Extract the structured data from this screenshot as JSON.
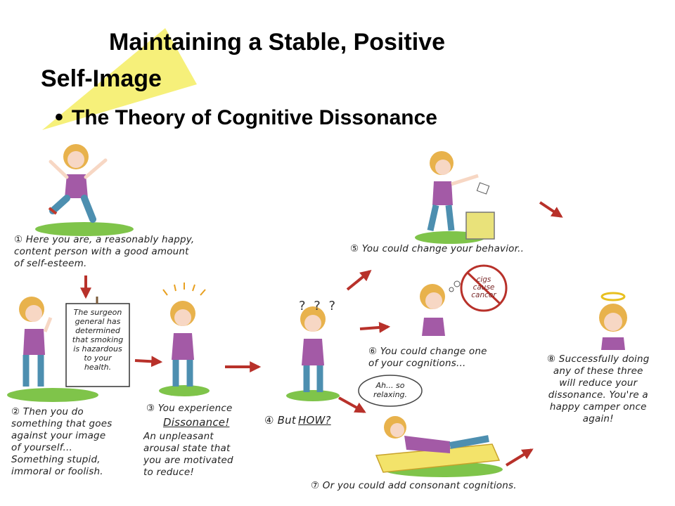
{
  "slide": {
    "title_line1": "Maintaining a Stable, Positive",
    "title_line2": "Self-Image",
    "bullet": "The Theory of Cognitive Dissonance"
  },
  "colors": {
    "accent_triangle": "#f6f07a",
    "grass": "#7fc44a",
    "shirt": "#a35aa6",
    "jeans": "#4d8fb0",
    "hair": "#e8b24c",
    "arrow": "#b8312a"
  },
  "cartoon": {
    "step1": "① Here you are, a reasonably happy,\ncontent person with a good amount\nof self-esteem.",
    "sign": "The surgeon\ngeneral has\ndetermined\nthat smoking\nis hazardous\nto your\nhealth.",
    "step2": "② Then you do\nsomething that goes\nagainst your image\nof yourself...\nSomething stupid,\nimmoral or foolish.",
    "step3_a": "③ You experience",
    "step3_b": "Dissonance!",
    "step3_c": "An unpleasant\narousal state that\nyou are motivated\nto reduce!",
    "step4_a": "④ But",
    "step4_b": "HOW?",
    "qmarks": "? ? ?",
    "step5": "⑤ You could change your behavior..",
    "step6": "⑥ You could change one\nof your cognitions...",
    "nosign": "cigs\ncause\ncancer",
    "bubble": "Ah... so\nrelaxing.",
    "step7": "⑦ Or you could add consonant cognitions.",
    "step8": "⑧ Successfully doing\nany of these three\nwill reduce your\ndissonance. You're a\nhappy camper once\nagain!"
  }
}
